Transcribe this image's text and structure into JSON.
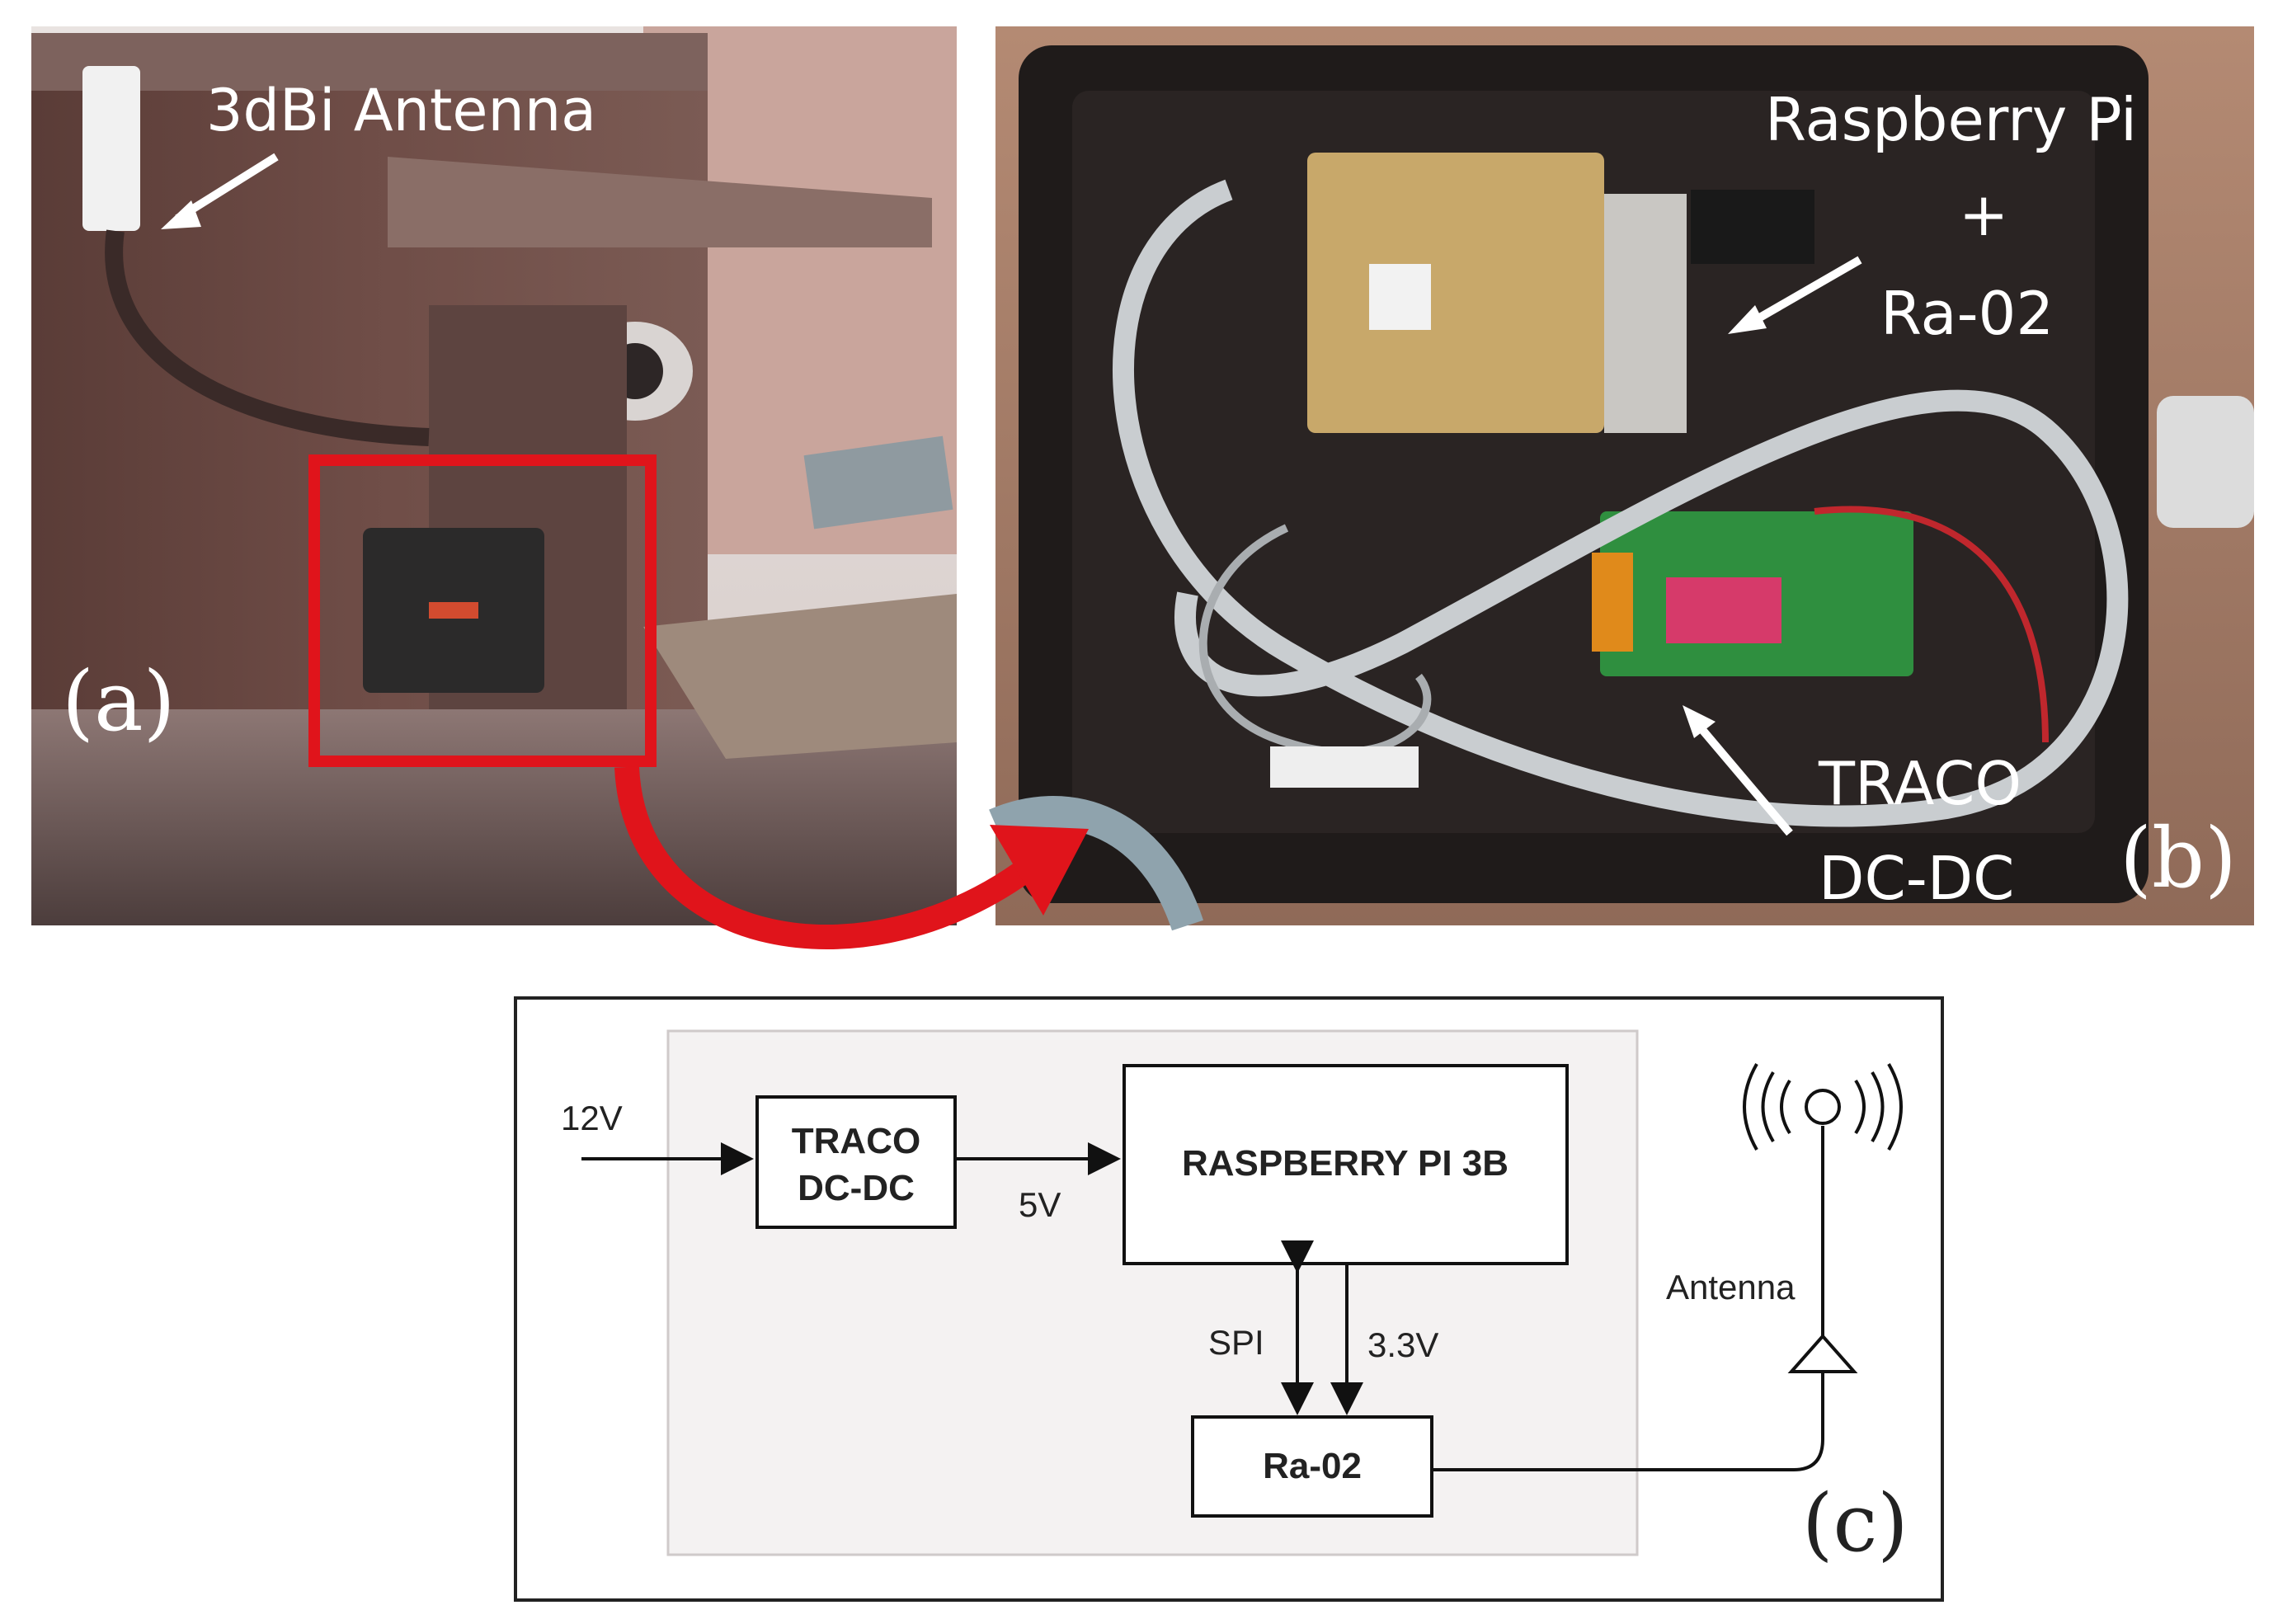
{
  "panel_a": {
    "antenna_label": "3dBi Antenna",
    "letter": "(a)"
  },
  "panel_b": {
    "rpi_label_line1": "Raspberry Pi",
    "rpi_label_line2": "+",
    "rpi_label_line3": "Ra-02",
    "traco_label_line1": "TRACO",
    "traco_label_line2": "DC-DC",
    "letter": "(b)"
  },
  "panel_c": {
    "input_voltage": "12V",
    "traco_line1": "TRACO",
    "traco_line2": "DC-DC",
    "traco_output": "5V",
    "rpi_block": "RASPBERRY PI 3B",
    "spi_label": "SPI",
    "rail_label": "3.3V",
    "ra02_block": "Ra-02",
    "antenna_label": "Antenna",
    "letter": "(c)"
  },
  "colors": {
    "highlight": "#e0141b",
    "photo_a_wall": "#6b4a45",
    "photo_b_box": "#1e1a19",
    "diagram_bg": "#f4f2f2"
  }
}
